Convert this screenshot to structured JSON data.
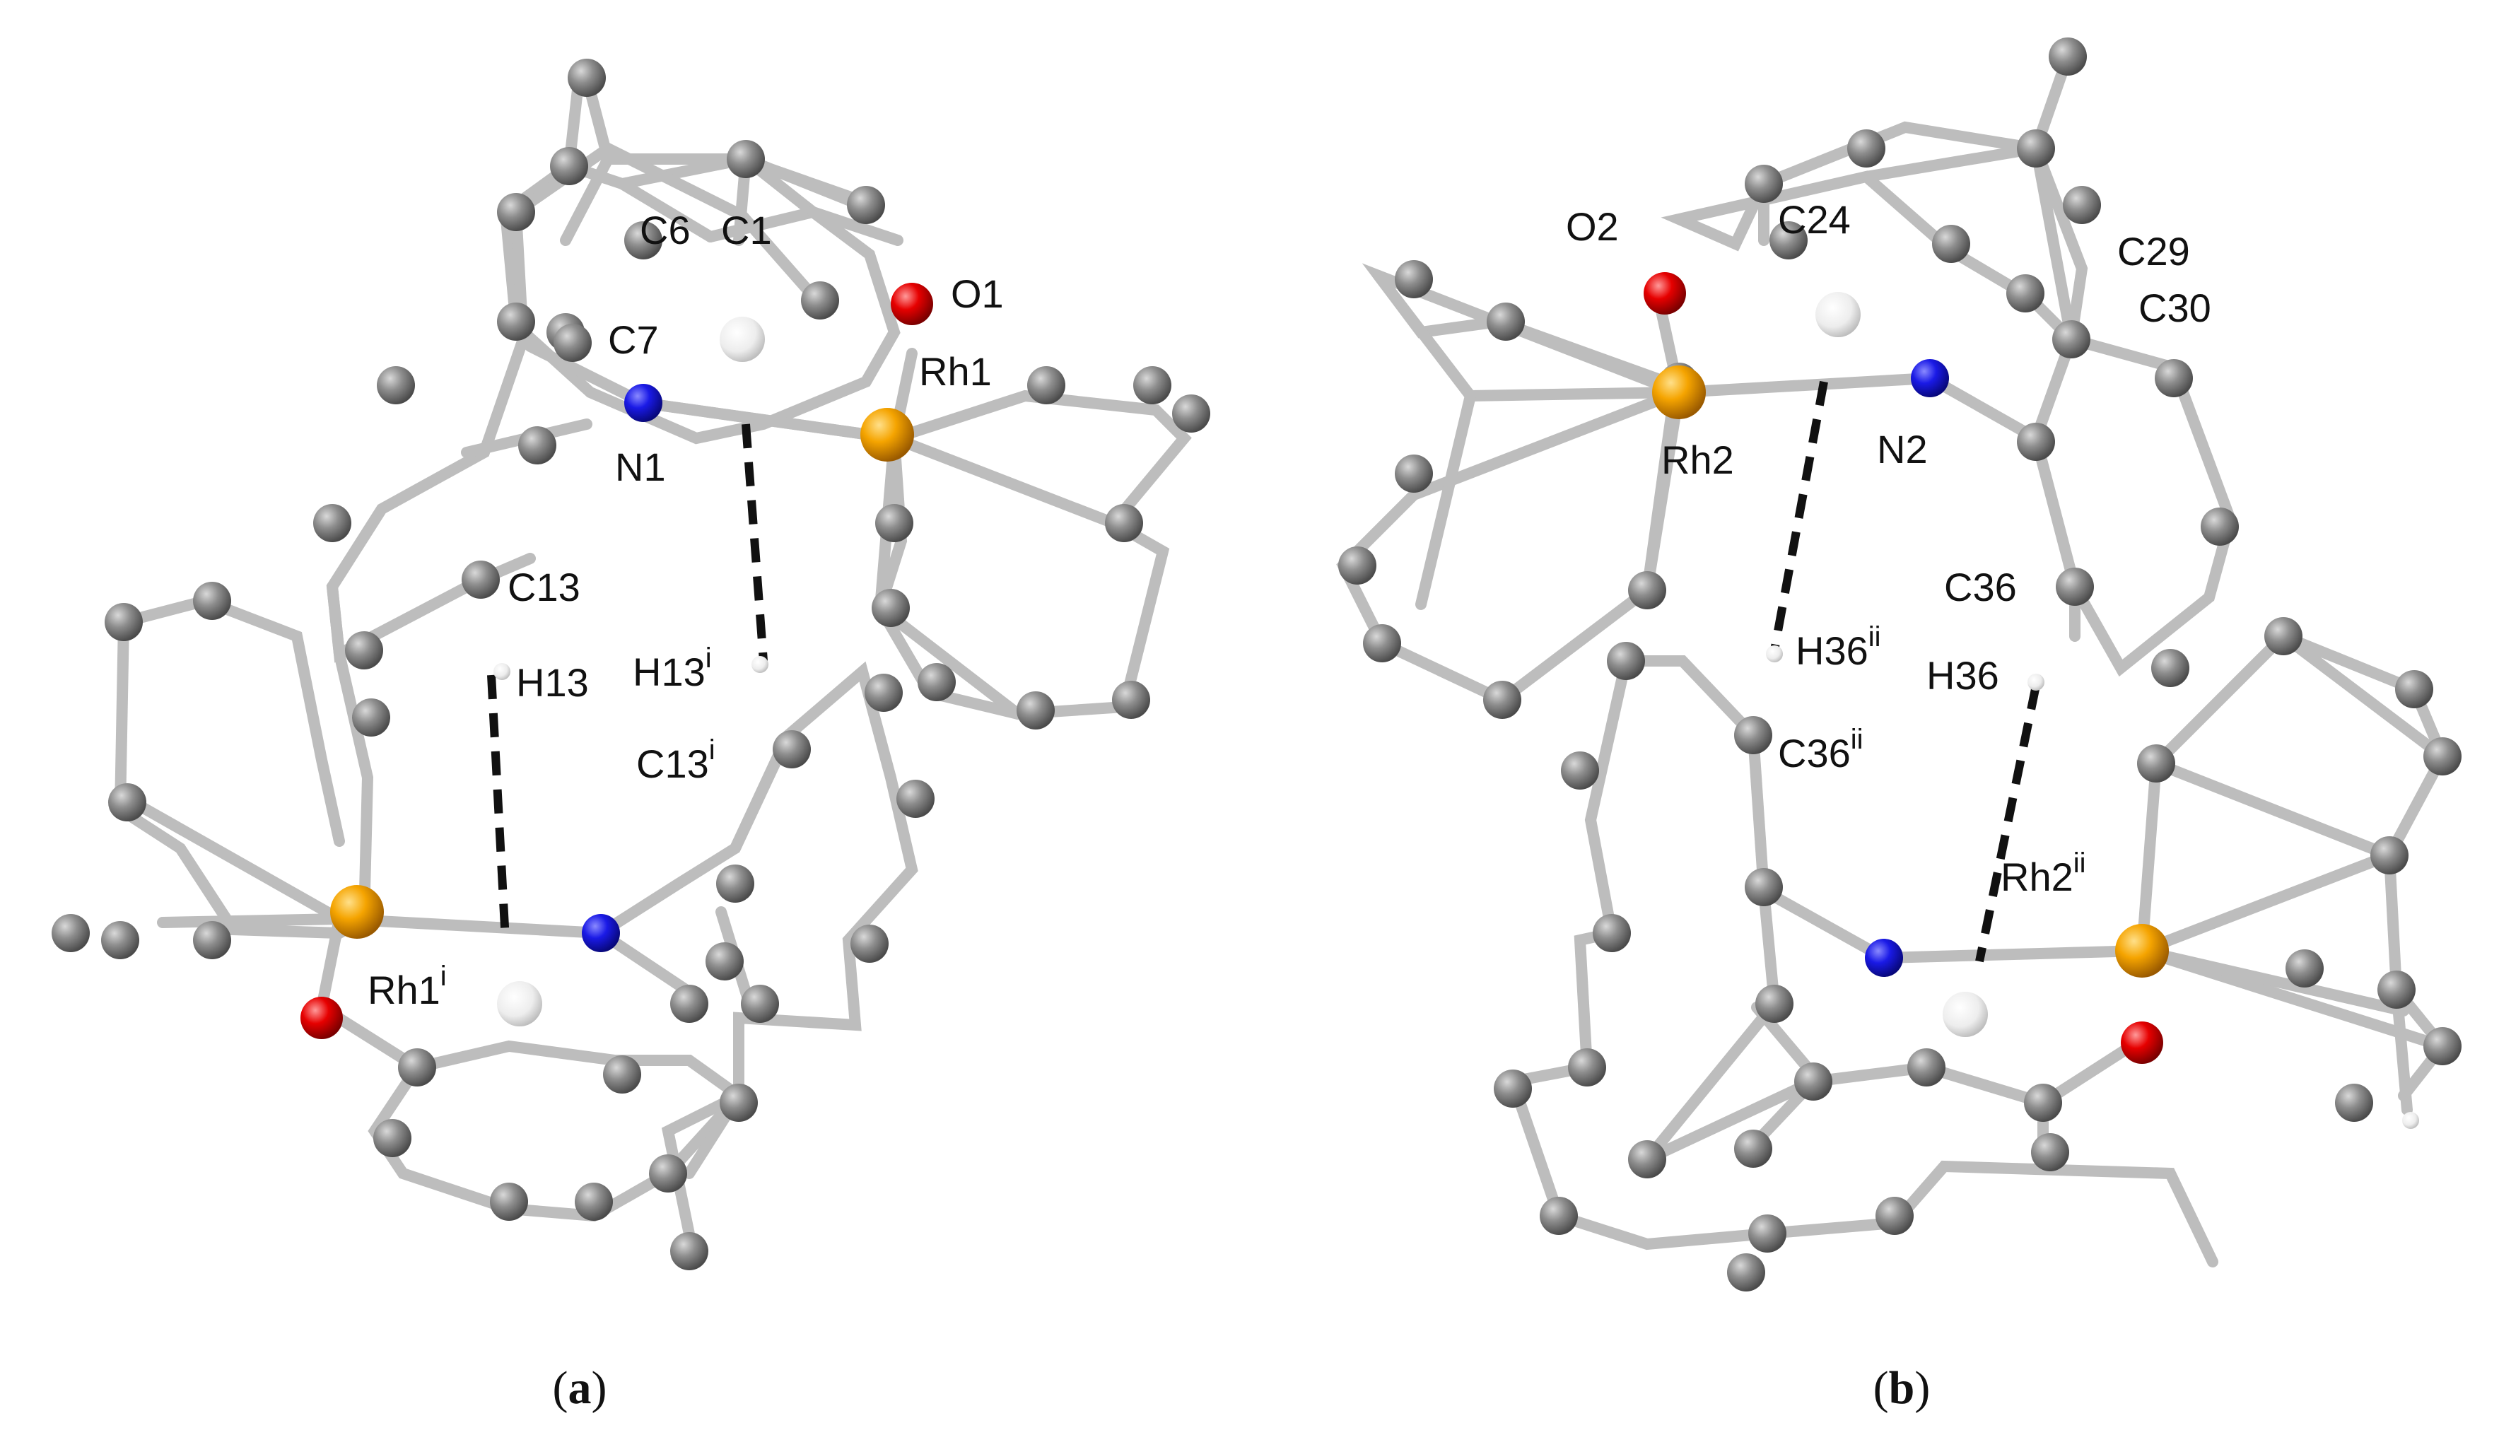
{
  "colors": {
    "carbon": "#8c8c8c",
    "nitrogen": "#1a1ae6",
    "oxygen": "#e60000",
    "rhodium": "#f5a400",
    "hydrogen": "#f2f2f2",
    "centroid": "#f4f4f4",
    "bond": "#bdbdbd",
    "contact": "#111111"
  },
  "panels": [
    {
      "label": "(a)",
      "label_letter": "a",
      "atom_labels": {
        "c6": "C6",
        "c1": "C1",
        "o1": "O1",
        "c7": "C7",
        "rh1": "Rh1",
        "n1": "N1",
        "c13": "C13",
        "h13": "H13",
        "h13i": "H13",
        "h13i_sup": "i",
        "c13i": "C13",
        "c13i_sup": "i",
        "rh1i": "Rh1",
        "rh1i_sup": "i"
      }
    },
    {
      "label": "(b)",
      "label_letter": "b",
      "atom_labels": {
        "o2": "O2",
        "c24": "C24",
        "c29": "C29",
        "c30": "C30",
        "n2": "N2",
        "rh2": "Rh2",
        "c36": "C36",
        "h36": "H36",
        "h36ii": "H36",
        "h36ii_sup": "ii",
        "c36ii": "C36",
        "c36ii_sup": "ii",
        "rh2ii": "Rh2",
        "rh2ii_sup": "ii"
      }
    }
  ]
}
